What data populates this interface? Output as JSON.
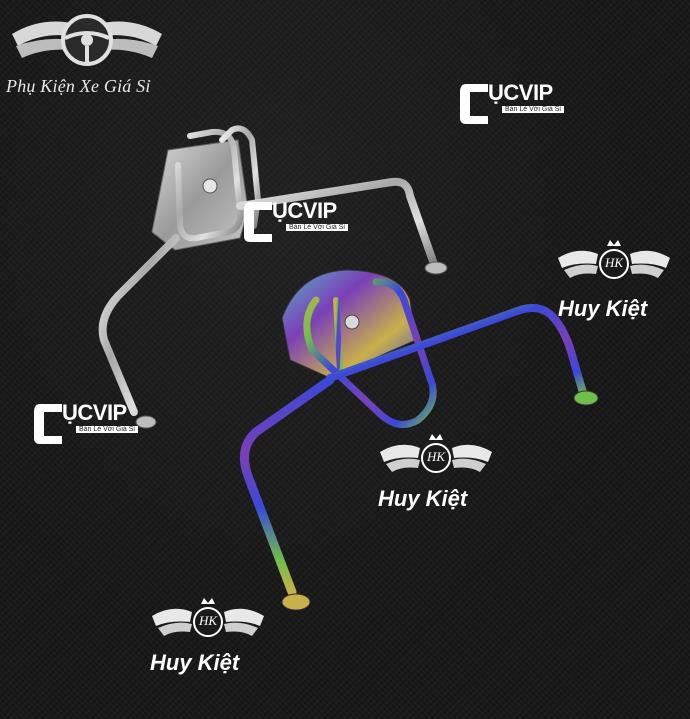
{
  "header": {
    "brand_caption": "Phụ Kiện Xe Giá Sỉ"
  },
  "watermarks": {
    "cucvip_word": "ỤCVIP",
    "cucvip_tagline": "Bán Lẻ Với Giá Sỉ",
    "hk_monogram": "HK",
    "hk_caption": "Huy Kiệt"
  },
  "colors": {
    "background": "#151515",
    "chrome": "#cfcfcf",
    "rainbow_blue": "#3a49d8",
    "rainbow_purple": "#7a3fb8",
    "rainbow_green": "#6fbf4a",
    "rainbow_gold": "#c9b04a"
  },
  "icons": [
    "winged-steering-wheel-logo",
    "cucvip-logo",
    "winged-hk-logo",
    "crown-icon"
  ]
}
